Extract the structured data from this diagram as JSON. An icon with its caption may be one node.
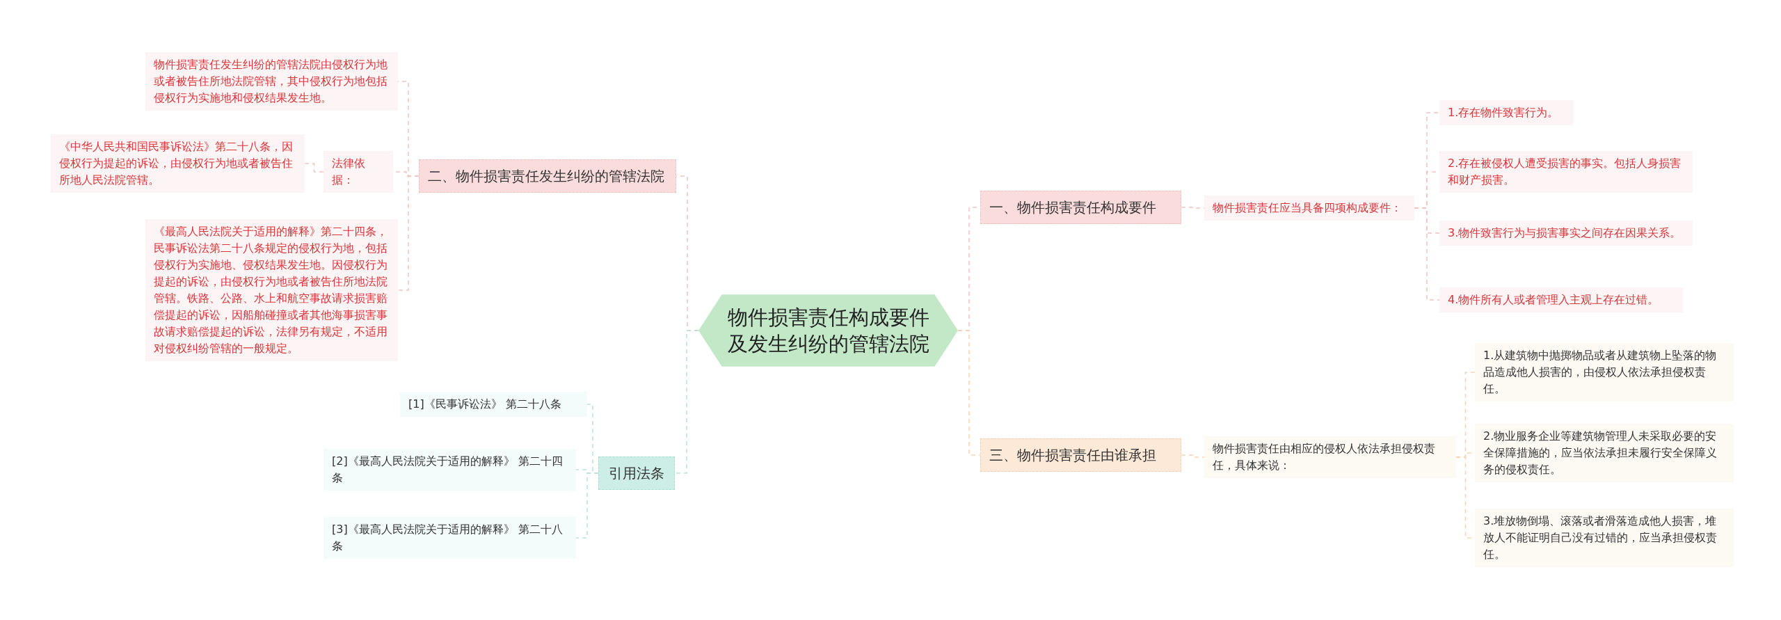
{
  "diagram": {
    "nodes": [
      {
        "text": [
          "物件损害责任构成要件及发生纠纷的管辖法院"
        ]
      },
      {
        "text": [
          "一、物件损害责任构成要件"
        ]
      },
      {
        "text": [
          "物件损害责任应当具备四项构成要件："
        ]
      },
      {
        "text": [
          "1.存在物件致害行为。"
        ]
      },
      {
        "text": [
          "2.存在被侵权人遭受损害的事实。包括人身损害和财产损害。"
        ]
      },
      {
        "text": [
          "3.物件致害行为与损害事实之间存在因果关系。"
        ]
      },
      {
        "text": [
          "4.物件所有人或者管理入主观上存在过错。"
        ]
      },
      {
        "text": [
          "三、物件损害责任由谁承担"
        ]
      },
      {
        "text": [
          "物件损害责任由相应的侵权人依法承担侵权责任，具体来说："
        ]
      },
      {
        "text": [
          "1.从建筑物中抛掷物品或者从建筑物上坠落的物品造成他人损害的，由侵权人依法承担侵权责任。"
        ]
      },
      {
        "text": [
          "2.物业服务企业等建筑物管理人未采取必要的安全保障措施的，应当依法承担未履行安全保障义务的侵权责任。"
        ]
      },
      {
        "text": [
          "3.堆放物倒塌、滚落或者滑落造成他人损害，堆放人不能证明自己没有过错的，应当承担侵权责任。"
        ]
      },
      {
        "text": [
          "二、物件损害责任发生纠纷的管辖法院"
        ]
      },
      {
        "text": [
          "物件损害责任发生纠纷的管辖法院由侵权行为地或者被告住所地法院管辖，其中侵权行为地包括侵权行为实施地和侵权结果发生地。"
        ]
      },
      {
        "text": [
          "法律依据："
        ]
      },
      {
        "text": [
          "《中华人民共和国民事诉讼法》第二十八条，因侵权行为提起的诉讼，由侵权行为地或者被告住所地人民法院管辖。"
        ]
      },
      {
        "text": [
          "《最高人民法院关于适用的解释》第二十四条，民事诉讼法第二十八条规定的侵权行为地，包括侵权行为实施地、侵权结果发生地。因侵权行为提起的诉讼，由侵权行为地或者被告住所地法院管辖。铁路、公路、水上和航空事故请求损害赔偿提起的诉讼，因船舶碰撞或者其他海事损害事故请求赔偿提起的诉讼，法律另有规定，不适用对侵权纠纷管辖的一般规定。"
        ]
      },
      {
        "text": [
          "引用法条"
        ]
      },
      {
        "text": [
          "[1]《民事诉讼法》 第二十八条"
        ]
      },
      {
        "text": [
          "[2]《最高人民法院关于适用的解释》 第二十四条"
        ]
      },
      {
        "text": [
          "[3]《最高人民法院关于适用的解释》 第二十八条"
        ]
      }
    ],
    "edges": [
      {
        "from": 0,
        "to": 1,
        "arrow": "none"
      },
      {
        "from": 1,
        "to": 2,
        "arrow": "none"
      },
      {
        "from": 2,
        "to": 3,
        "arrow": "none"
      },
      {
        "from": 2,
        "to": 4,
        "arrow": "none"
      },
      {
        "from": 2,
        "to": 5,
        "arrow": "none"
      },
      {
        "from": 2,
        "to": 6,
        "arrow": "none"
      },
      {
        "from": 0,
        "to": 7,
        "arrow": "none",
        "color": "#f9d3b3"
      },
      {
        "from": 7,
        "to": 8,
        "arrow": "none",
        "color": "#f9d3b3"
      },
      {
        "from": 8,
        "to": 9,
        "arrow": "none",
        "color": "#f9d3b3"
      },
      {
        "from": 8,
        "to": 10,
        "arrow": "none",
        "color": "#f9d3b3"
      },
      {
        "from": 8,
        "to": 11,
        "arrow": "none",
        "color": "#f9d3b3"
      },
      {
        "from": 0,
        "to": 12,
        "arrow": "none"
      },
      {
        "from": 12,
        "to": 13,
        "arrow": "none"
      },
      {
        "from": 12,
        "to": 14,
        "arrow": "none"
      },
      {
        "from": 14,
        "to": 15,
        "arrow": "none"
      },
      {
        "from": 12,
        "to": 16,
        "arrow": "none"
      },
      {
        "from": 0,
        "to": 17,
        "arrow": "none",
        "color": "#b9e2dc"
      },
      {
        "from": 17,
        "to": 18,
        "arrow": "none",
        "color": "#b9e2dc"
      },
      {
        "from": 17,
        "to": 19,
        "arrow": "none",
        "color": "#b9e2dc"
      },
      {
        "from": 17,
        "to": 20,
        "arrow": "none",
        "color": "#b9e2dc"
      }
    ]
  }
}
